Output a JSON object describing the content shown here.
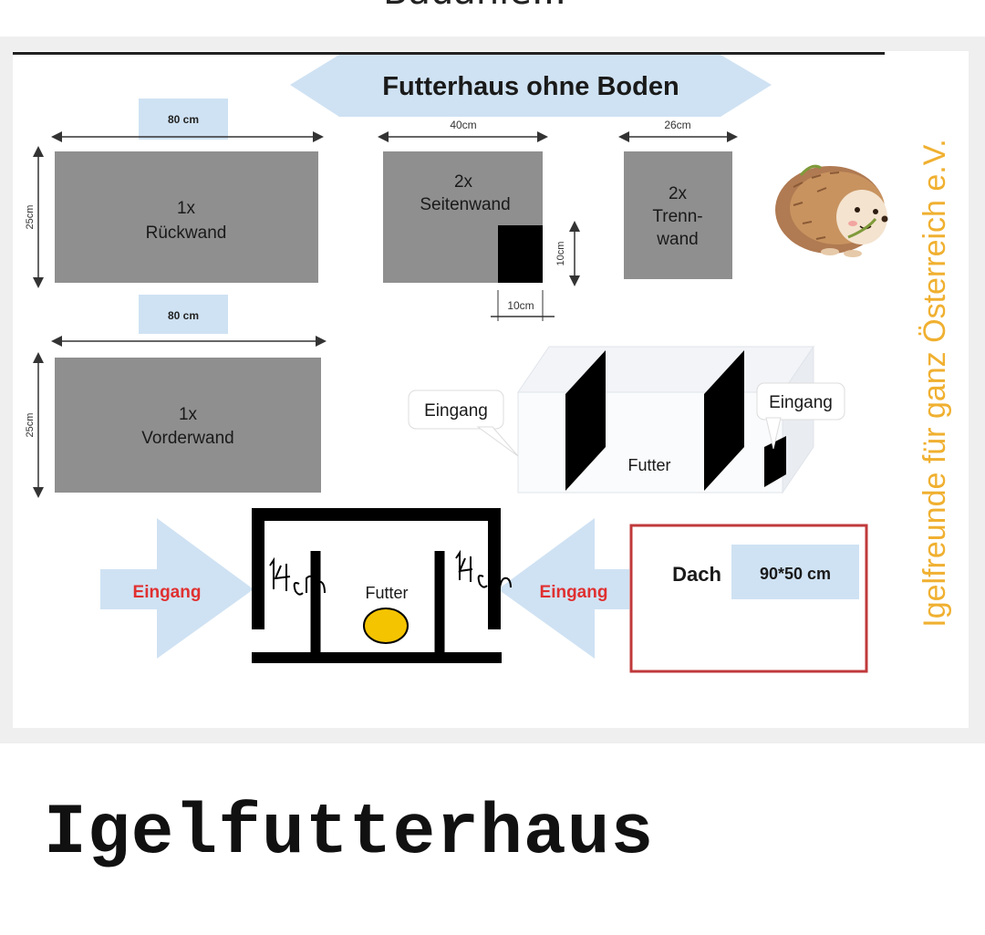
{
  "top_cut_text": "Bauanle...",
  "title": "Futterhaus ohne Boden",
  "side_text": "Igelfreunde für ganz Österreich e.V.",
  "panels": {
    "rueckwand": {
      "count": "1x",
      "name": "Rückwand",
      "width": "80 cm",
      "height": "25cm"
    },
    "seitenwand": {
      "count": "2x",
      "name": "Seitenwand",
      "width": "40cm",
      "cut_height": "10cm",
      "cut_width": "10cm"
    },
    "trennwand": {
      "count": "2x",
      "name_line1": "Trenn-",
      "name_line2": "wand",
      "width": "26cm"
    },
    "vorderwand": {
      "count": "1x",
      "name": "Vorderwand",
      "width": "80 cm",
      "height": "25cm"
    }
  },
  "box3d": {
    "label_left": "Eingang",
    "label_right": "Eingang",
    "center": "Futter"
  },
  "floorplan": {
    "entrance_left": "Eingang",
    "entrance_right": "Eingang",
    "center": "Futter",
    "note_left": "14 cm",
    "note_right": "14 cm"
  },
  "roof": {
    "label": "Dach",
    "size": "90*50 cm"
  },
  "caption": "Igelfutterhaus",
  "colors": {
    "panel_gray": "#8f8f8f",
    "label_blue": "#cfe2f3",
    "entrance_red": "#e03030",
    "roof_border": "#c0393b",
    "side_text": "#f0b030",
    "food_yellow": "#f5c400"
  }
}
